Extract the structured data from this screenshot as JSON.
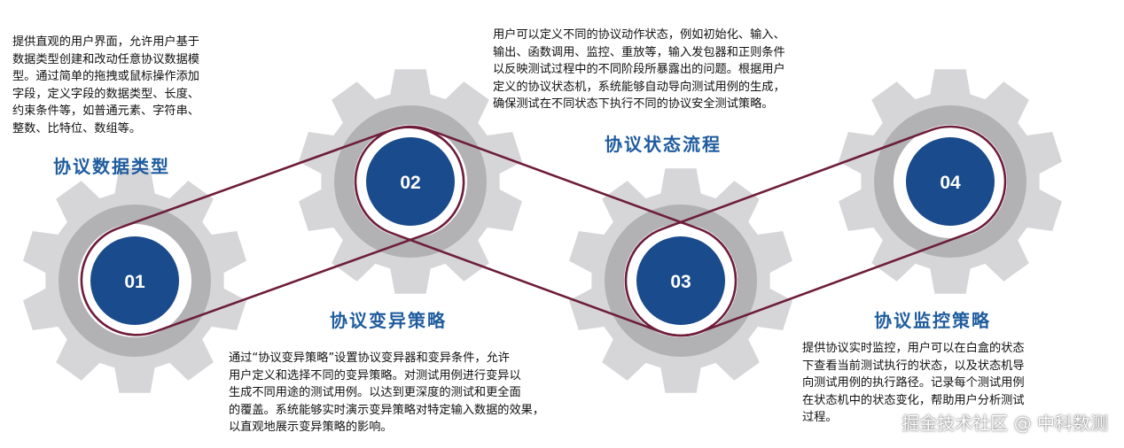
{
  "colors": {
    "gear_outer": "#d6d6d8",
    "gear_ring": "#b2b2b5",
    "gear_inner_white": "#ffffff",
    "gear_center": "#1a4b8c",
    "belt": "#6e1d3a",
    "heading": "#1f5c9e"
  },
  "gears": [
    {
      "number": "01"
    },
    {
      "number": "02"
    },
    {
      "number": "03"
    },
    {
      "number": "04"
    }
  ],
  "stages": [
    {
      "title": "协议数据类型",
      "lines": [
        "提供直观的用户界面，允许用户基于",
        "数据类型创建和改动任意协议数据模",
        "型。通过简单的拖拽或鼠标操作添加",
        "字段，定义字段的数据类型、长度、",
        "约束条件等，如普通元素、字符串、",
        "整数、比特位、数组等。"
      ]
    },
    {
      "title": "协议变异策略",
      "lines": [
        "通过“协议变异策略”设置协议变异器和变异条件，允许",
        "用户定义和选择不同的变异策略。对测试用例进行变异以",
        "生成不同用途的测试用例。以达到更深度的测试和更全面",
        "的覆盖。系统能够实时演示变异策略对特定输入数据的效果，",
        "以直观地展示变异策略的影响。"
      ]
    },
    {
      "title": "协议状态流程",
      "lines": [
        "用户可以定义不同的协议动作状态，例如初始化、输入、",
        "输出、函数调用、监控、重放等，输入发包器和正则条件",
        "以反映测试过程中的不同阶段所暴露出的问题。根据用户",
        "定义的协议状态机，系统能够自动导向测试用例的生成，",
        "确保测试在不同状态下执行不同的协议安全测试策略。"
      ]
    },
    {
      "title": "协议监控策略",
      "lines": [
        "提供协议实时监控，用户可以在白盒的状态",
        "下查看当前测试执行的状态，以及状态机导",
        "向测试用例的执行路径。记录每个测试用例",
        "在状态机中的状态变化，帮助用户分析测试",
        "过程。"
      ]
    }
  ],
  "watermark": "掘金技术社区 @ 中科数测"
}
